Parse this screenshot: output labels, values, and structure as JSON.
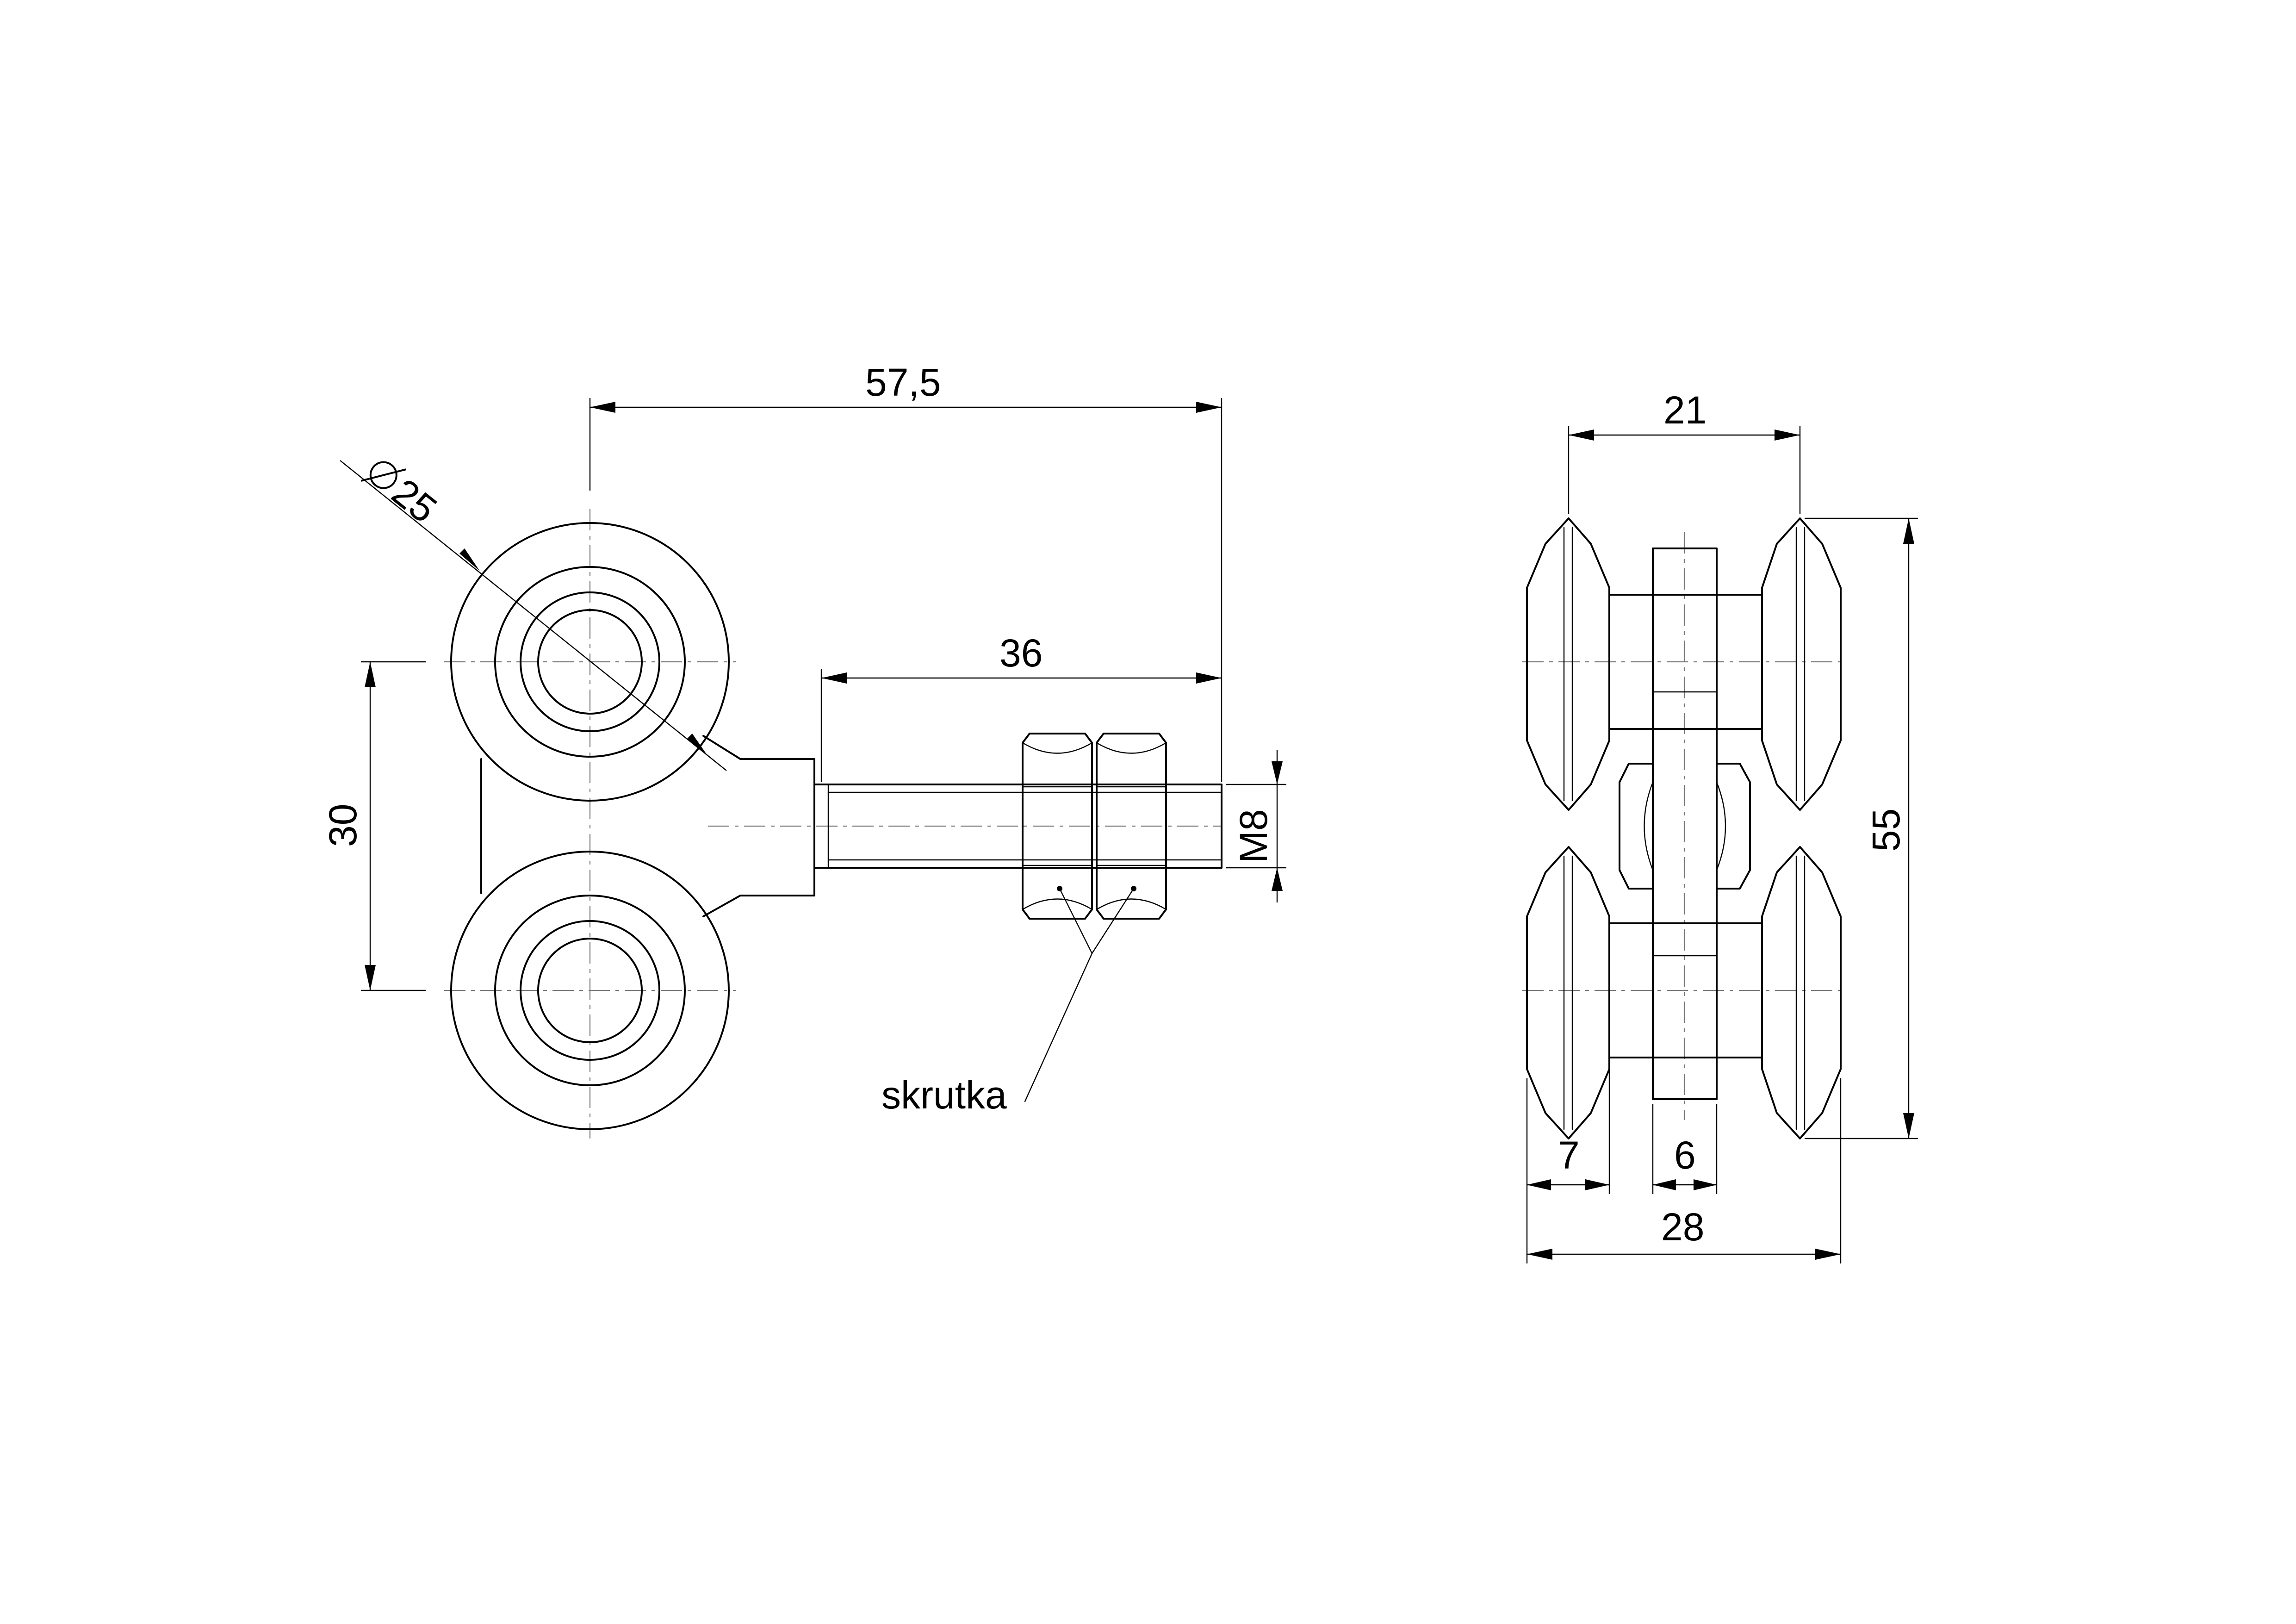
{
  "dimensions": {
    "overall_length": "57,5",
    "bolt_length": "36",
    "wheel_diameter_value": "25",
    "wheel_spacing": "30",
    "thread": "M8",
    "wheel_track": "21",
    "total_height": "55",
    "wheel_width": "7",
    "plate_thickness": "6",
    "total_width": "28"
  },
  "callout": {
    "label": "skrutka"
  }
}
